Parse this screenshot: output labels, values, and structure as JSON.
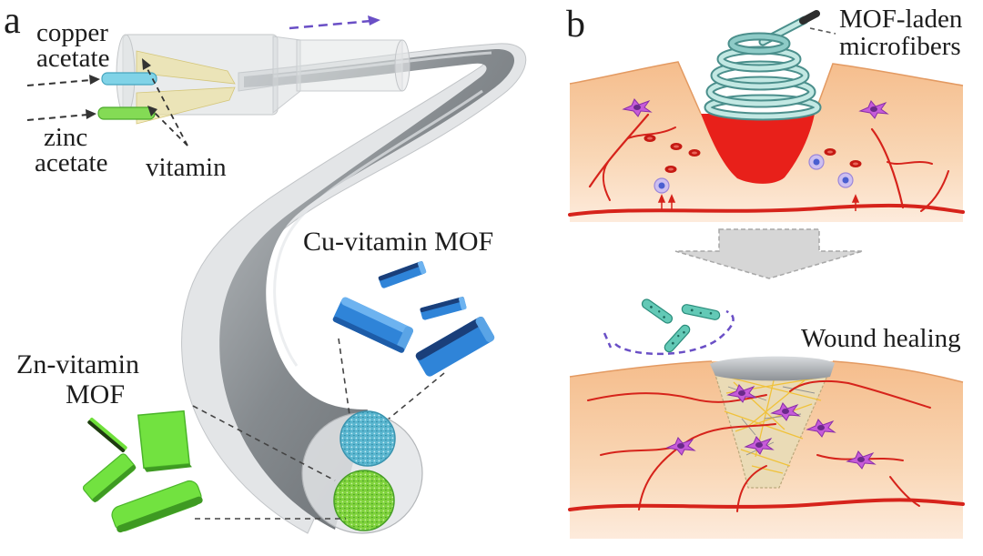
{
  "figure": {
    "panel_a": {
      "label": "a",
      "copper_acetate": {
        "line1": "copper",
        "line2": "acetate"
      },
      "zinc_acetate": {
        "line1": "zinc",
        "line2": "acetate"
      },
      "vitamin": "vitamin",
      "cu_mof": "Cu-vitamin MOF",
      "zn_mof": {
        "line1": "Zn-vitamin",
        "line2": "MOF"
      }
    },
    "panel_b": {
      "label": "b",
      "microfibers": {
        "line1": "MOF-laden",
        "line2": "microfibers"
      },
      "wound_healing": "Wound healing"
    }
  },
  "colors": {
    "panel_label": "#2b39c2",
    "cu_mof": "#2f84d8",
    "zn_mof": "#6fe03a",
    "blood": "#e8201a",
    "skin": "#f7c79b",
    "microfiber": "#8ecbc7",
    "bacteria": "#63c9b6",
    "flow_arrow": "#6a4fc6"
  }
}
